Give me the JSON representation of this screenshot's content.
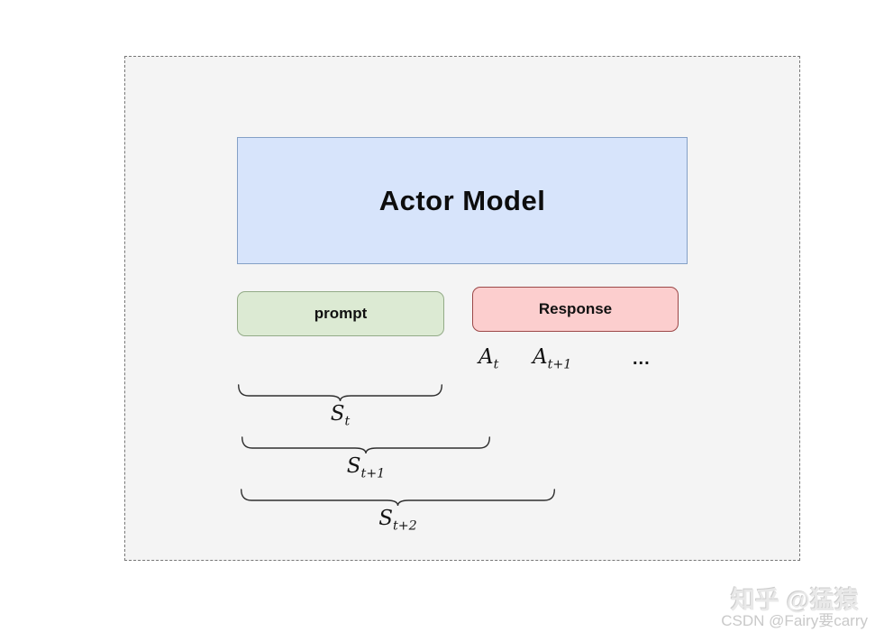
{
  "diagram": {
    "actor_box": {
      "label": "Actor Model"
    },
    "prompt_box": {
      "label": "prompt"
    },
    "response_box": {
      "label": "Response"
    },
    "action_labels": [
      {
        "base": "A",
        "sub": "t"
      },
      {
        "base": "A",
        "sub": "t+1"
      }
    ],
    "ellipsis": "...",
    "state_braces": [
      {
        "base": "S",
        "sub": "t"
      },
      {
        "base": "S",
        "sub": "t+1"
      },
      {
        "base": "S",
        "sub": "t+2"
      }
    ]
  },
  "colors": {
    "canvas_bg": "#f4f4f4",
    "actor_fill": "#d7e4fb",
    "actor_border": "#84a0c6",
    "prompt_fill": "#dcead3",
    "prompt_border": "#93ab87",
    "response_fill": "#fccece",
    "response_border": "#9c4848"
  },
  "watermark": {
    "line1": "知乎 @猛猿",
    "line2": "CSDN @Fairy要carry"
  }
}
